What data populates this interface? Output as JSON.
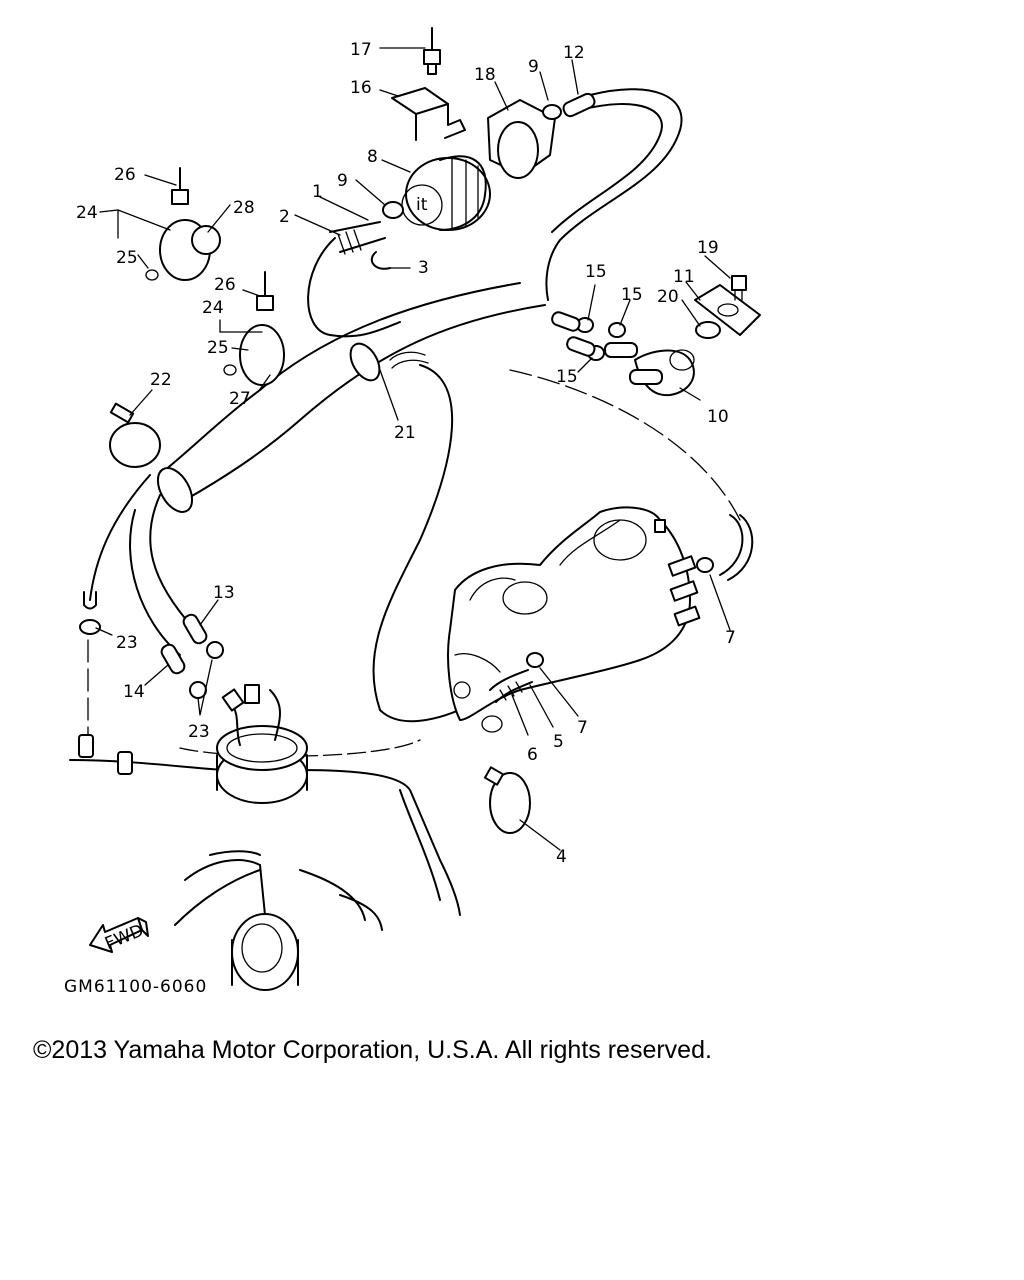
{
  "diagram": {
    "callouts": [
      "1",
      "2",
      "3",
      "4",
      "5",
      "6",
      "7",
      "7",
      "8",
      "9",
      "9",
      "10",
      "11",
      "12",
      "13",
      "14",
      "15",
      "15",
      "15",
      "16",
      "17",
      "18",
      "19",
      "20",
      "21",
      "22",
      "23",
      "23",
      "24",
      "24",
      "25",
      "25",
      "26",
      "26",
      "27",
      "28"
    ],
    "part_code": "GM61100-6060",
    "fwd_arrow": {
      "label": "FWD",
      "icon": "fwd-arrow-icon"
    }
  },
  "footer": {
    "copyright": "©2013 Yamaha Motor Corporation, U.S.A. All rights reserved."
  }
}
